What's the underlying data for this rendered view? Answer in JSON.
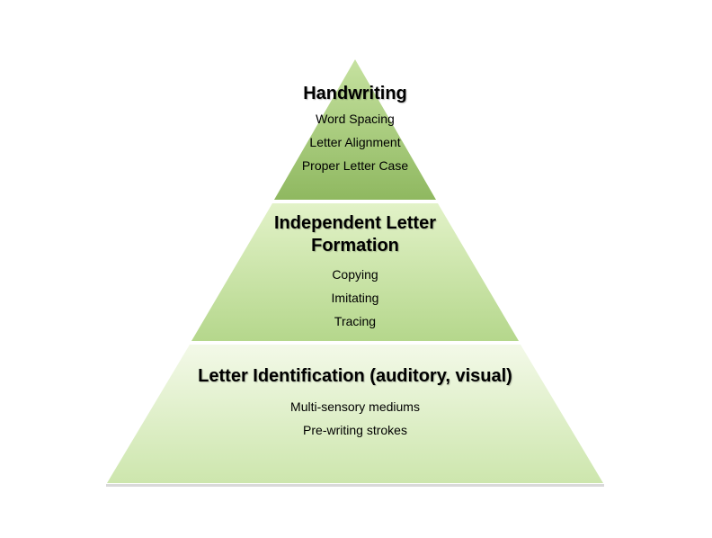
{
  "diagram": {
    "colors": {
      "top_fill_light": "#c6e2a0",
      "top_fill_dark": "#8fb860",
      "middle_fill_light": "#e2f2c8",
      "middle_fill_dark": "#b5d78c",
      "bottom_fill_light": "#f3f9e8",
      "bottom_fill_dark": "#cde6ad",
      "separator": "#ffffff",
      "shadow": "#bfbfbf"
    },
    "tiers": [
      {
        "title": "Handwriting",
        "items": [
          "Word Spacing",
          "Letter Alignment",
          "Proper Letter Case"
        ]
      },
      {
        "title": "Independent Letter Formation",
        "items": [
          "Copying",
          "Imitating",
          "Tracing"
        ]
      },
      {
        "title": "Letter Identification (auditory, visual)",
        "items": [
          "Multi-sensory mediums",
          "Pre-writing strokes"
        ]
      }
    ]
  }
}
